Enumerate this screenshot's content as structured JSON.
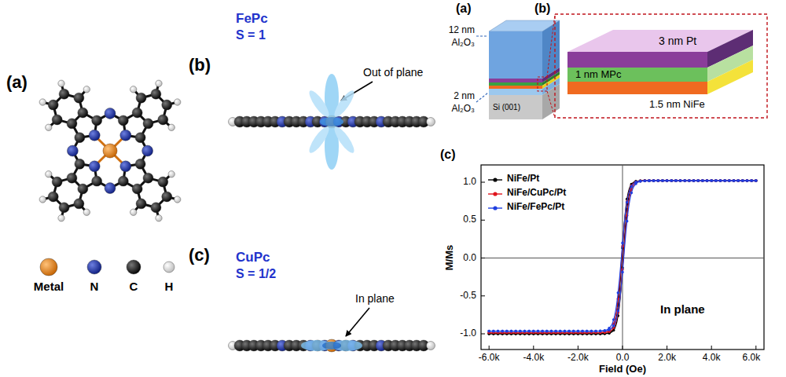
{
  "diagram": {
    "labels": [
      "(a)",
      "Metal",
      "N",
      "C",
      "H",
      "(b)",
      "FePc",
      "S = 1",
      "Out of plane",
      "(c)",
      "CuPc",
      "S = 1/2",
      "In plane",
      "(a)",
      "12 nm",
      "Al₂O₃",
      "(b)",
      "2 nm",
      "Al₂O₃",
      "Si (001)",
      "3 nm Pt",
      "1 nm MPc",
      "1.5 nm NiFe",
      "(c)",
      "1.0",
      "0.5",
      "0.0",
      "-0.5",
      "-1.0",
      "M/Ms",
      "-6.0k",
      "-4.0k",
      "-2.0k",
      "0.0",
      "2.0k",
      "4.0k",
      "6.0k",
      "Field (Oe)",
      "In plane"
    ],
    "legend": [
      {
        "text": "NiFe/Pt"
      },
      {
        "text": "NiFe/CuPc/Pt"
      },
      {
        "text": "NiFe/FePc/Pt"
      }
    ]
  }
}
